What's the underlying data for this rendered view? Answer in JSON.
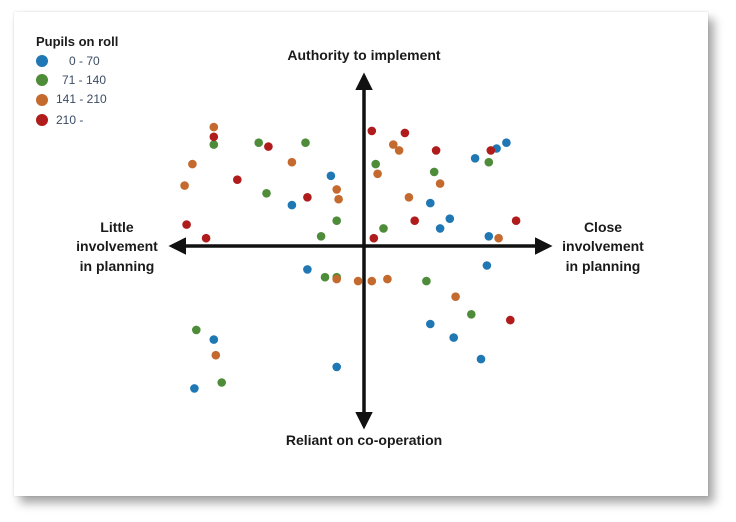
{
  "chart_data": {
    "type": "scatter",
    "xlim": [
      -10,
      10
    ],
    "ylim": [
      -10,
      10
    ],
    "grid": false,
    "legend_position": "top-left",
    "axes": {
      "y_top": "Authority to implement",
      "y_bottom": "Reliant on co-operation",
      "x_left": [
        "Little",
        "involvement",
        "in planning"
      ],
      "x_right": [
        "Close",
        "involvement",
        "in planning"
      ]
    },
    "legend_title": "Pupils on roll",
    "series": [
      {
        "name": "0 - 70",
        "color": "#1f77b4",
        "points": [
          [
            -1.7,
            3.6
          ],
          [
            -3.7,
            2.1
          ],
          [
            3.4,
            2.2
          ],
          [
            4.4,
            1.4
          ],
          [
            3.9,
            0.9
          ],
          [
            5.7,
            4.5
          ],
          [
            6.8,
            5.0
          ],
          [
            7.3,
            5.3
          ],
          [
            6.4,
            0.5
          ],
          [
            6.3,
            -1.0
          ],
          [
            -2.9,
            -1.2
          ],
          [
            3.4,
            -4.0
          ],
          [
            4.6,
            -4.7
          ],
          [
            6.0,
            -5.8
          ],
          [
            -7.7,
            -4.8
          ],
          [
            -1.4,
            -6.2
          ],
          [
            -8.7,
            -7.3
          ]
        ]
      },
      {
        "name": "71 - 140",
        "color": "#4e8c3a",
        "points": [
          [
            -7.7,
            5.2
          ],
          [
            -5.4,
            5.3
          ],
          [
            -3.0,
            5.3
          ],
          [
            -5.0,
            2.7
          ],
          [
            0.6,
            4.2
          ],
          [
            3.6,
            3.8
          ],
          [
            6.4,
            4.3
          ],
          [
            -1.4,
            1.3
          ],
          [
            1.0,
            0.9
          ],
          [
            -2.2,
            0.5
          ],
          [
            -2.0,
            -1.6
          ],
          [
            -1.4,
            -1.6
          ],
          [
            3.2,
            -1.8
          ],
          [
            5.5,
            -3.5
          ],
          [
            -8.6,
            -4.3
          ],
          [
            -7.3,
            -7.0
          ]
        ]
      },
      {
        "name": "141 - 210",
        "color": "#c46a2e",
        "points": [
          [
            -7.7,
            6.1
          ],
          [
            -8.8,
            4.2
          ],
          [
            -9.2,
            3.1
          ],
          [
            -3.7,
            4.3
          ],
          [
            -1.4,
            2.9
          ],
          [
            -1.3,
            2.4
          ],
          [
            0.7,
            3.7
          ],
          [
            1.5,
            5.2
          ],
          [
            1.8,
            4.9
          ],
          [
            2.3,
            2.5
          ],
          [
            3.9,
            3.2
          ],
          [
            6.9,
            0.4
          ],
          [
            -1.4,
            -1.7
          ],
          [
            -0.3,
            -1.8
          ],
          [
            0.4,
            -1.8
          ],
          [
            1.2,
            -1.7
          ],
          [
            4.7,
            -2.6
          ],
          [
            -7.6,
            -5.6
          ]
        ]
      },
      {
        "name": "210 -",
        "color": "#b01c1c",
        "points": [
          [
            -7.7,
            5.6
          ],
          [
            -4.9,
            5.1
          ],
          [
            0.4,
            5.9
          ],
          [
            2.1,
            5.8
          ],
          [
            3.7,
            4.9
          ],
          [
            6.5,
            4.9
          ],
          [
            -6.5,
            3.4
          ],
          [
            -2.9,
            2.5
          ],
          [
            2.6,
            1.3
          ],
          [
            7.8,
            1.3
          ],
          [
            -9.1,
            1.1
          ],
          [
            -8.1,
            0.4
          ],
          [
            0.5,
            0.4
          ],
          [
            7.5,
            -3.8
          ]
        ]
      }
    ]
  }
}
